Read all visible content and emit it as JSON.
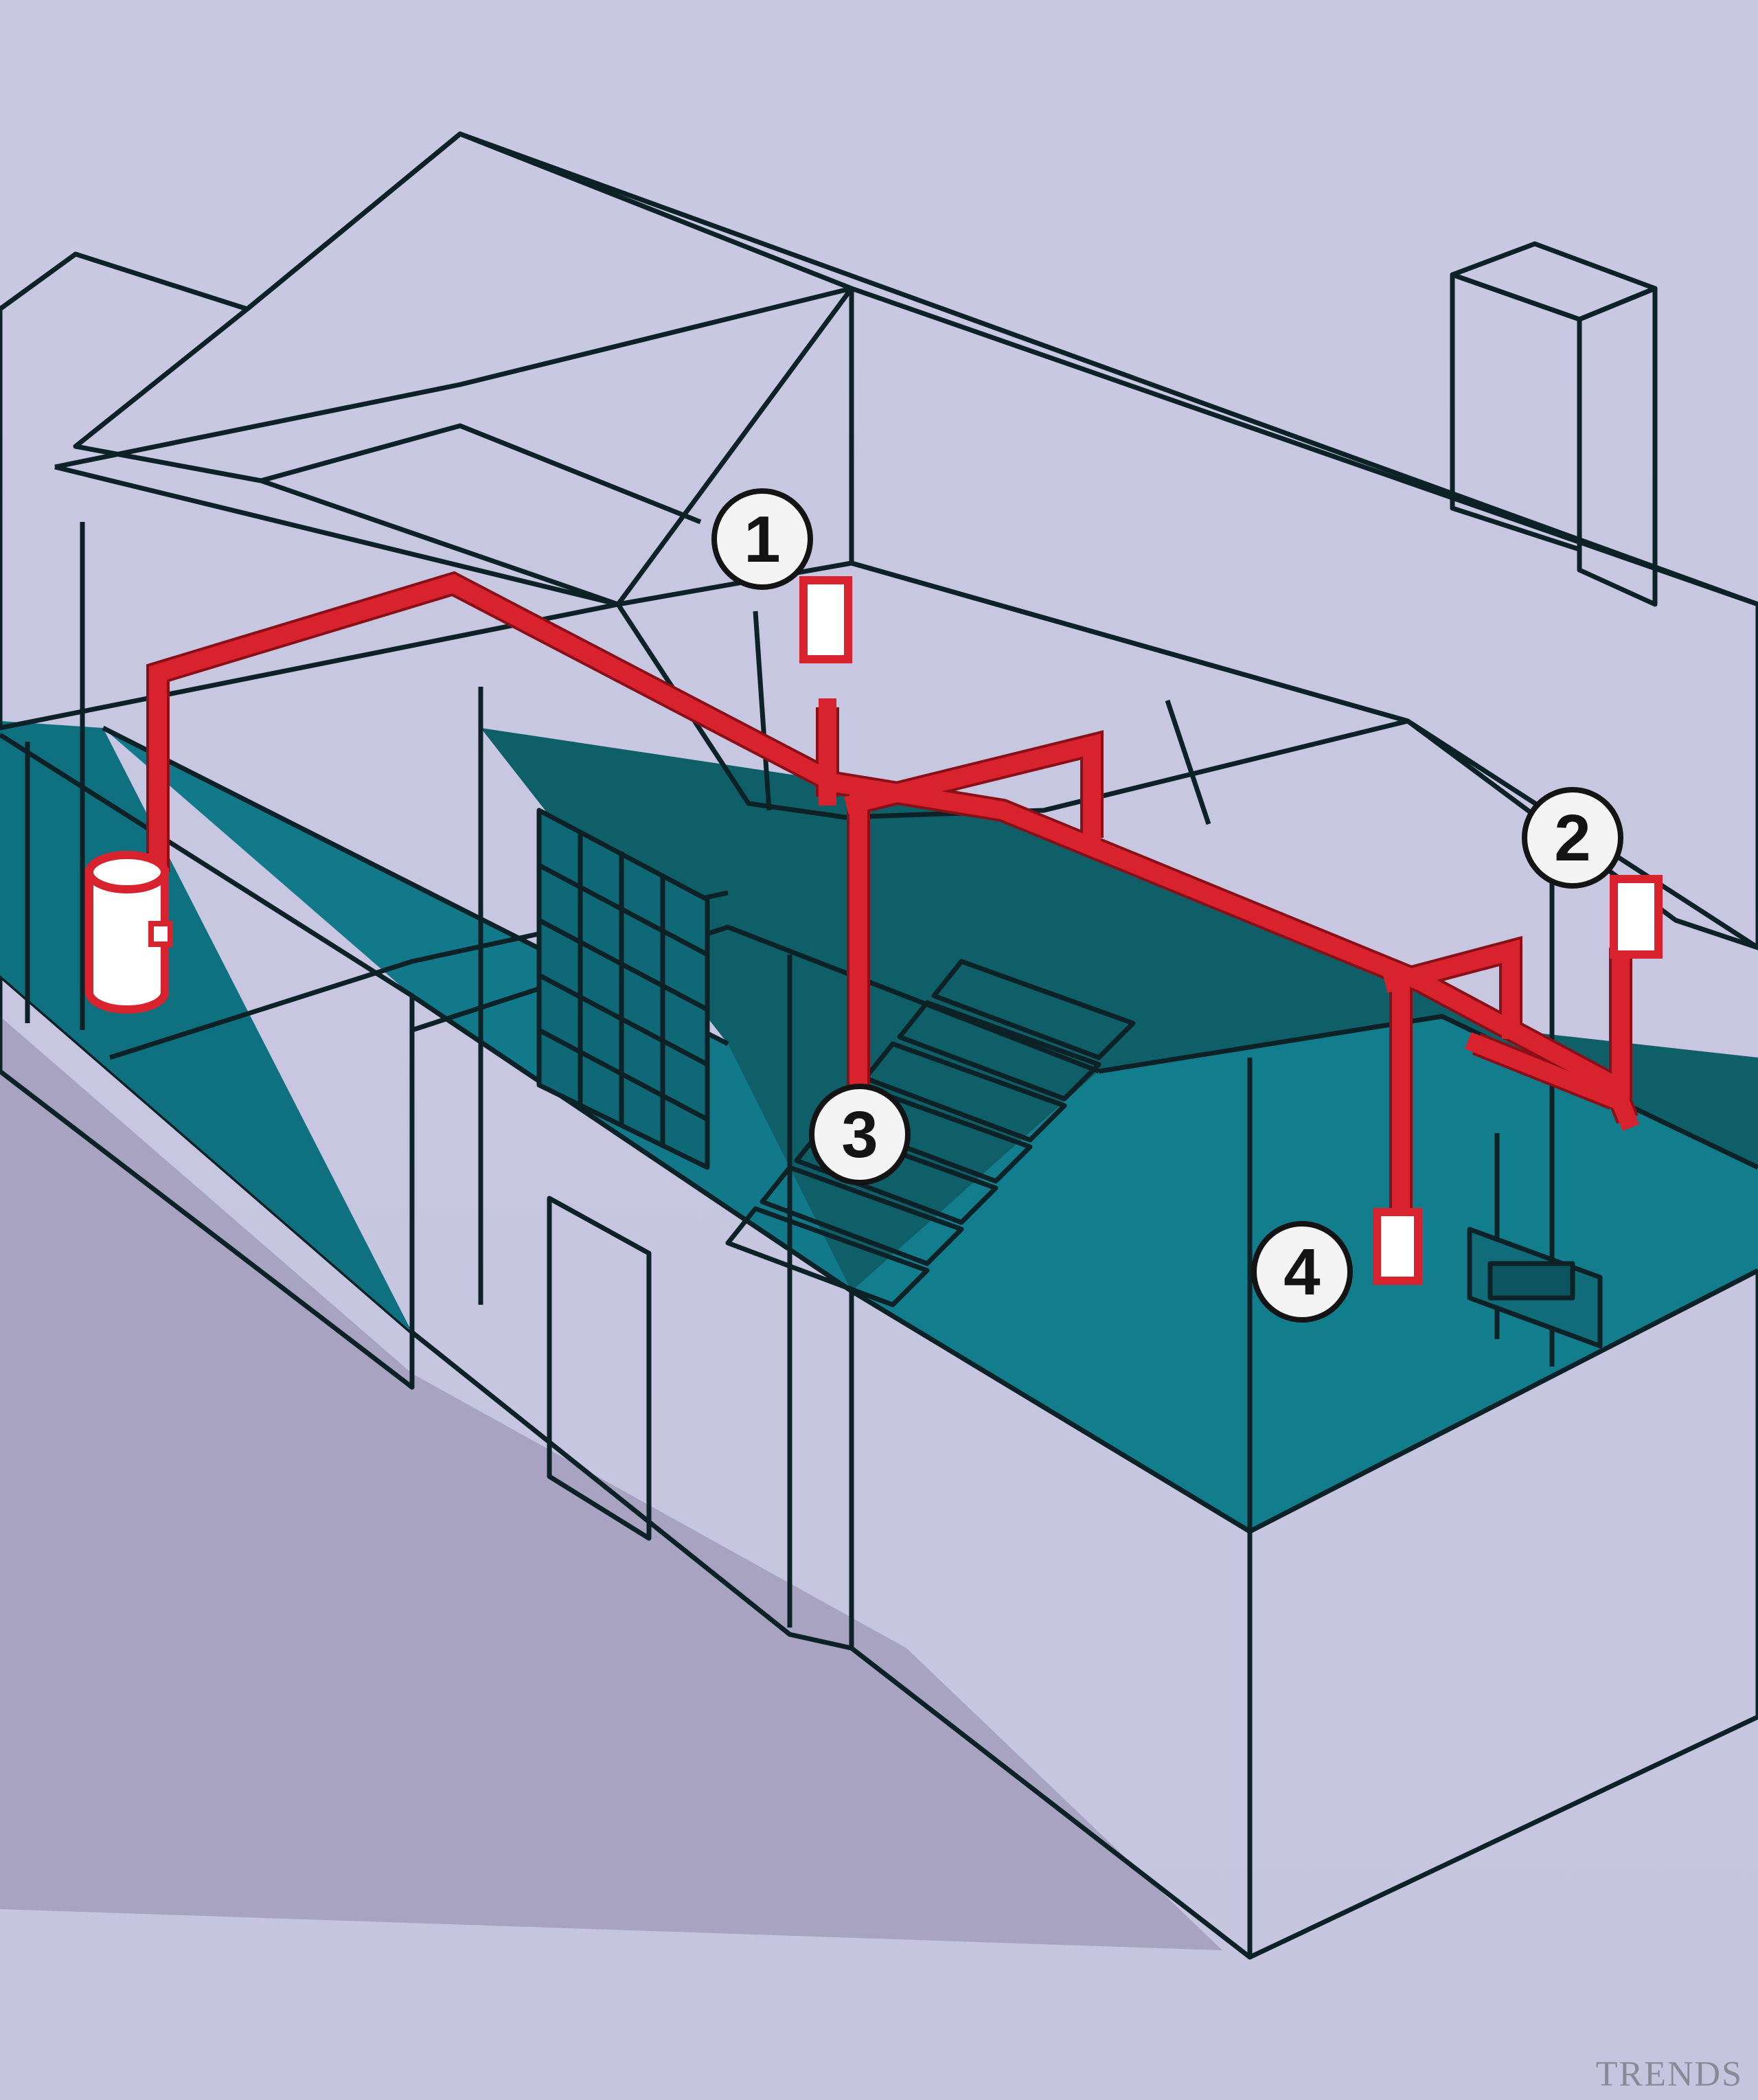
{
  "diagram": {
    "markers": [
      {
        "id": "marker-1",
        "label": "1"
      },
      {
        "id": "marker-2",
        "label": "2"
      },
      {
        "id": "marker-3",
        "label": "3"
      },
      {
        "id": "marker-4",
        "label": "4"
      }
    ]
  },
  "watermark": "TRENDS",
  "colors": {
    "background": "#c4c3de",
    "roof": "#0f3b3d",
    "walls": "#0e6f7c",
    "pipe": "#d8222e",
    "fixture": "#ffffff"
  }
}
